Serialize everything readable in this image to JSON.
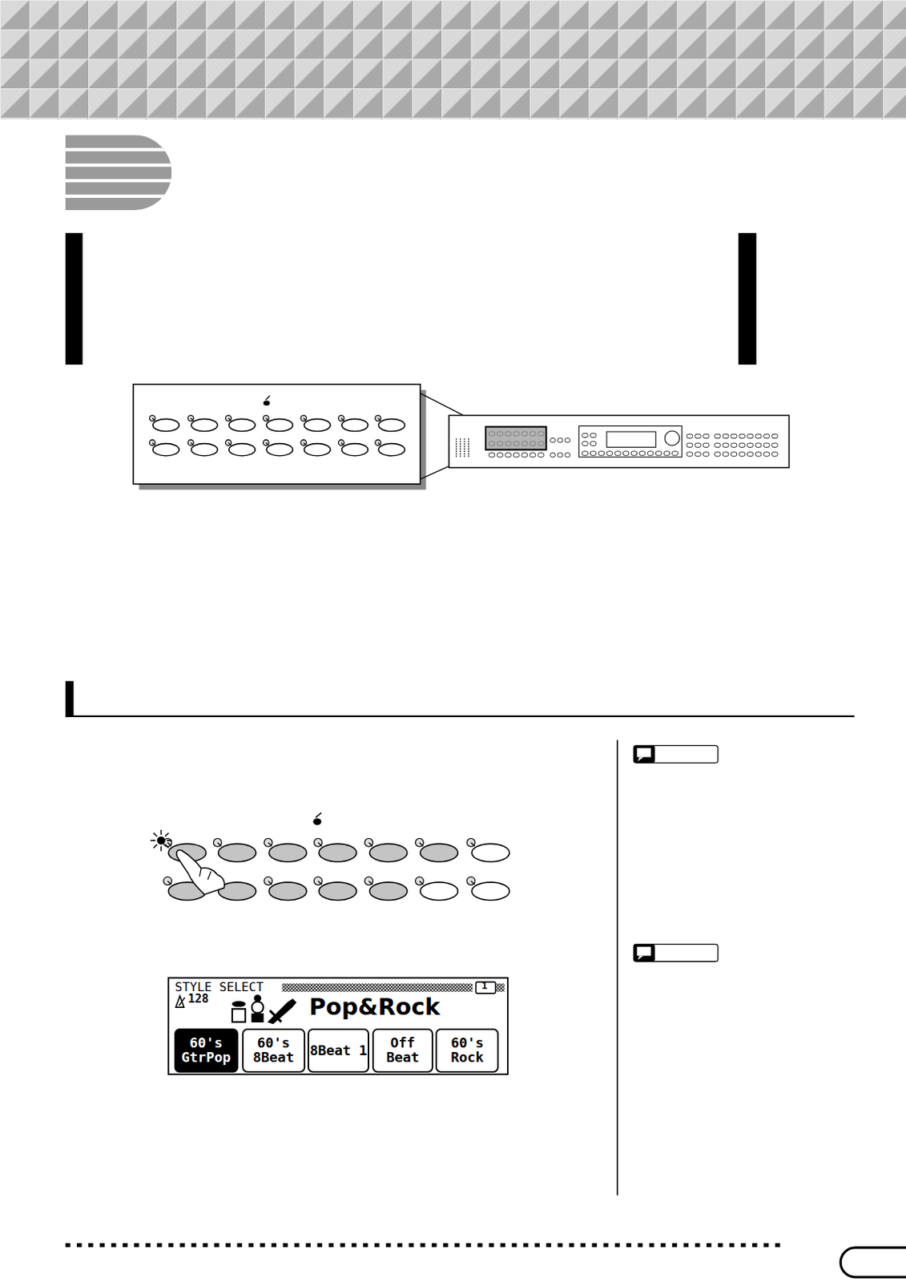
{
  "diagram": {
    "nodes": [
      {
        "text": [
          "STYLE SELECT"
        ]
      },
      {
        "text": [
          "60's GtrPop"
        ],
        "in": 0
      },
      {
        "text": [
          "60's 8Beat"
        ],
        "in": 0
      },
      {
        "text": [
          "8Beat 1"
        ],
        "in": 0
      },
      {
        "text": [
          "Off Beat"
        ],
        "in": 0
      },
      {
        "text": [
          "60's Rock"
        ],
        "in": 0
      }
    ],
    "labels": [
      "1",
      "128",
      "Pop&Rock"
    ]
  }
}
